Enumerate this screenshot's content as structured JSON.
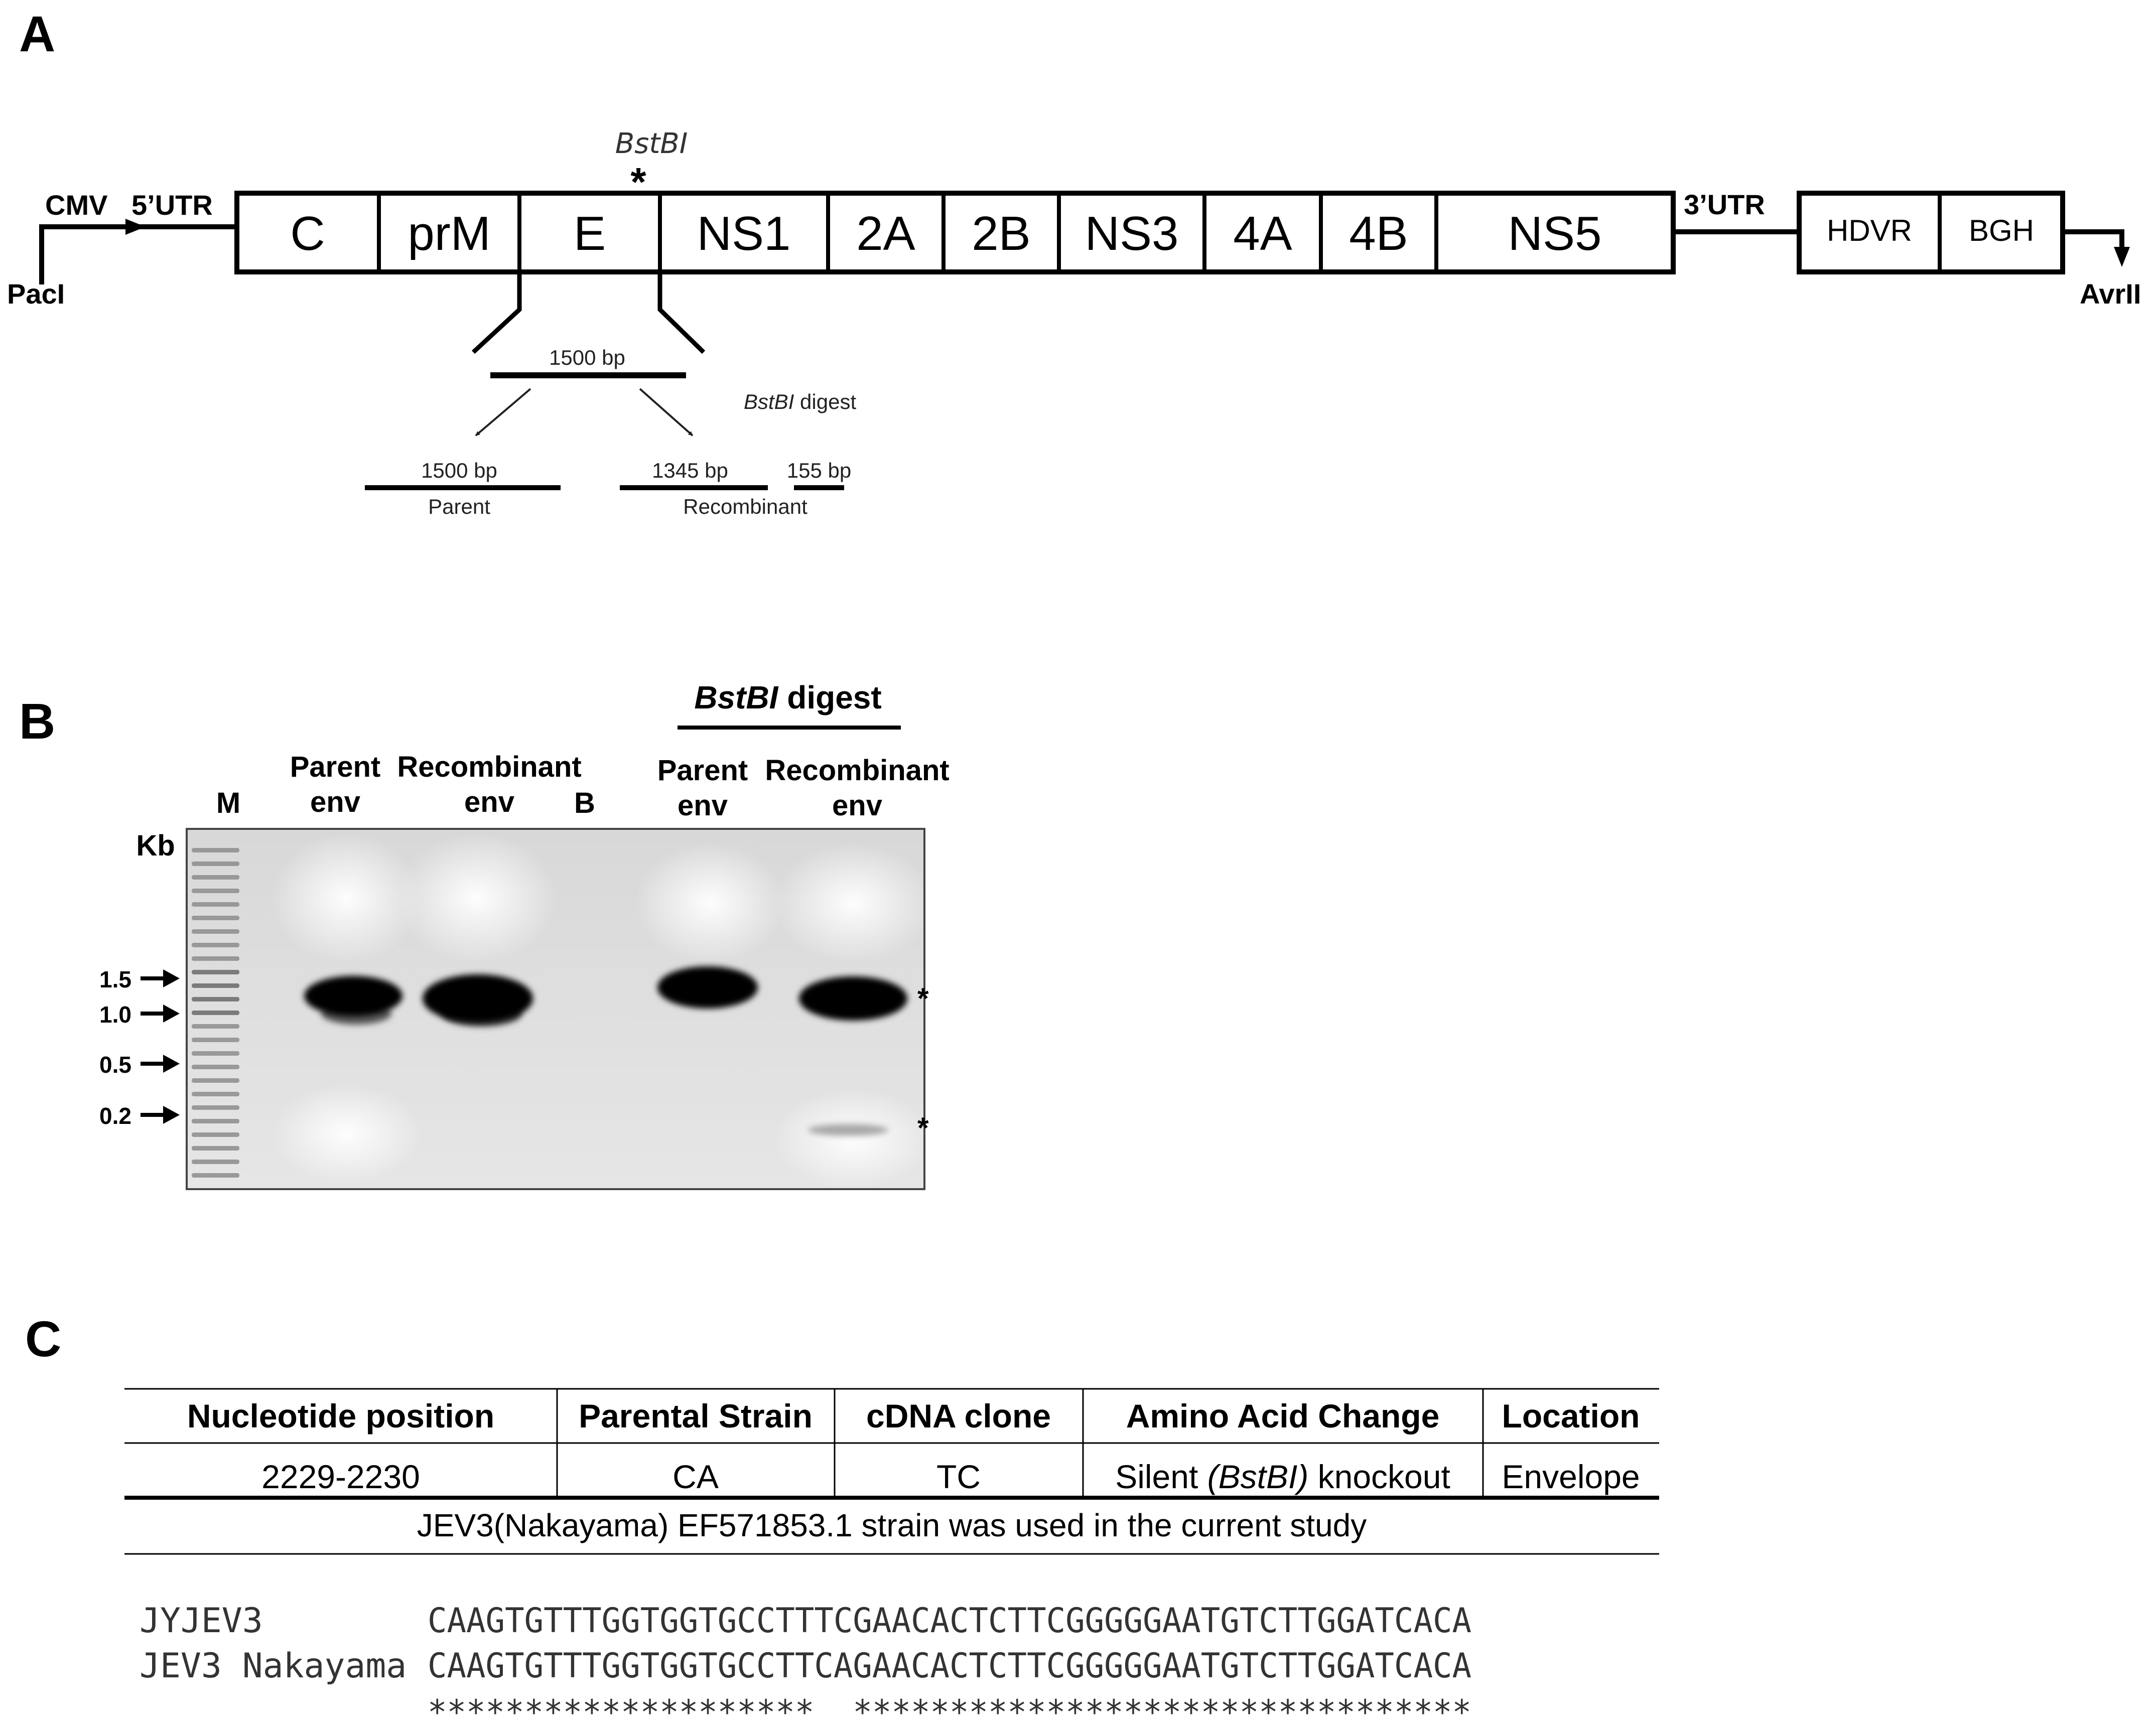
{
  "panels": {
    "a": "A",
    "b": "B",
    "c": "C"
  },
  "map": {
    "cmv": "CMV",
    "utr5": "5’UTR",
    "utr3": "3’UTR",
    "paci": "PacI",
    "avrii": "AvrII",
    "site_label": "BstBI",
    "site_marker": "*",
    "genes": [
      "C",
      "prM",
      "E",
      "NS1",
      "2A",
      "2B",
      "NS3",
      "4A",
      "4B",
      "NS5"
    ],
    "tail_boxes": [
      "HDVR",
      "BGH"
    ],
    "amplicon": "1500 bp",
    "digest_enzyme": "BstBI",
    "digest_word": " digest",
    "parent_size": "1500 bp",
    "parent_label": "Parent",
    "rec_size_large": "1345 bp",
    "rec_size_small": "155 bp",
    "rec_label": "Recombinant"
  },
  "gel": {
    "digest_enzyme": "BstBI",
    "digest_word": " digest",
    "lane_m": "M",
    "lane1_line1": "Parent",
    "lane1_line2": "env",
    "lane2_line1": "Recombinant",
    "lane2_line2": "env",
    "lane_b": "B",
    "lane3_line1": "Parent",
    "lane3_line2": "env",
    "lane4_line1": "Recombinant",
    "lane4_line2": "env",
    "unit": "Kb",
    "markers": [
      "1.5",
      "1.0",
      "0.5",
      "0.2"
    ],
    "band_star": "*"
  },
  "table": {
    "headers": [
      "Nucleotide position",
      "Parental Strain",
      "cDNA clone",
      "Amino Acid Change",
      "Location"
    ],
    "row": {
      "position": "2229-2230",
      "parental": "CA",
      "clone": "TC",
      "aa_prefix": "Silent ",
      "aa_italic": "(BstBI)",
      "aa_suffix": " knockout",
      "location": "Envelope"
    },
    "caption": "JEV3(Nakayama) EF571853.1 strain was used in the current study"
  },
  "alignment": {
    "rows": [
      {
        "name": "JYJEV3",
        "seq": "CAAGTGTTTGGTGGTGCCTTTCGAACACTCTTCGGGGGAATGTCTTGGATCACA"
      },
      {
        "name": "JEV3 Nakayama",
        "seq": "CAAGTGTTTGGTGGTGCCTTCAGAACACTCTTCGGGGGAATGTCTTGGATCACA"
      }
    ],
    "consensus": "********************  ********************************"
  }
}
